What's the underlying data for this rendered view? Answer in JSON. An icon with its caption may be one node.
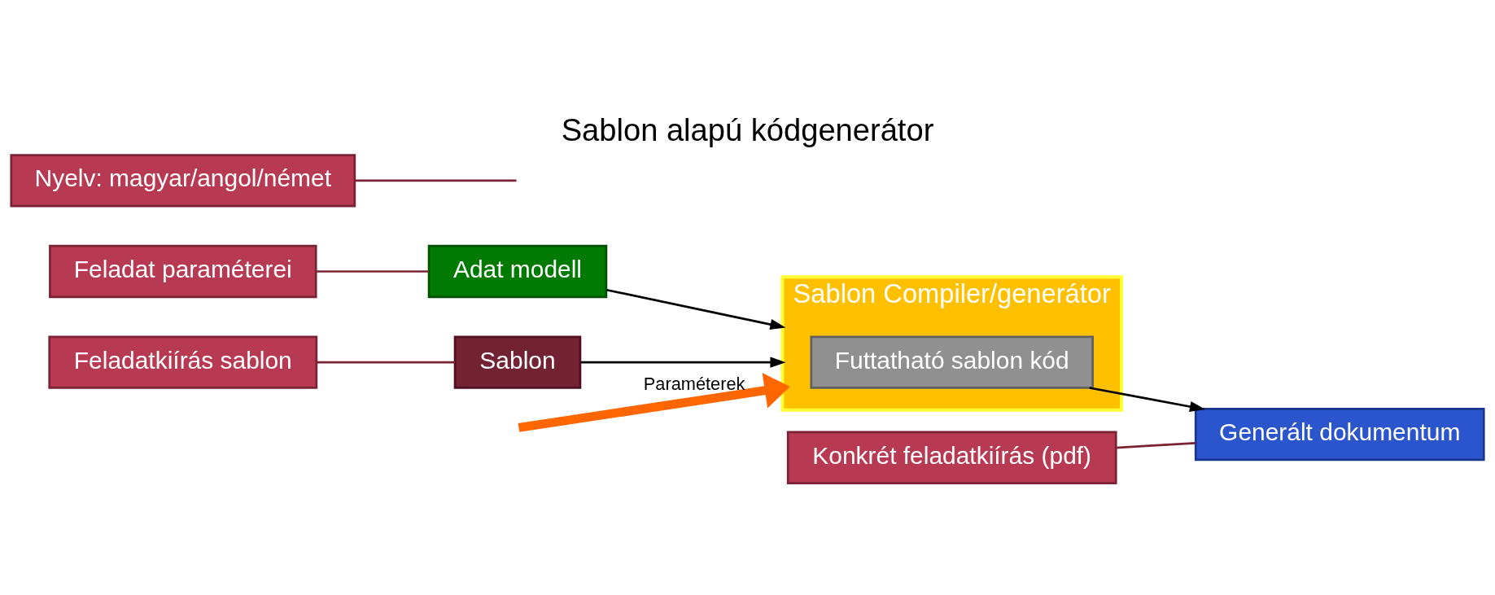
{
  "diagram": {
    "title": "Sablon alapú kódgenerátor",
    "nodes": [
      {
        "text": [
          "Feladat paraméterei"
        ]
      },
      {
        "text": [
          "Nyelv: magyar/angol/német"
        ]
      },
      {
        "text": [
          "Adat modell"
        ]
      },
      {
        "text": [
          "Sablon Compiler/generátor"
        ]
      },
      {
        "text": [
          "Futtatható sablon kód"
        ],
        "in": 3
      },
      {
        "text": [
          "Konkrét feladatkiírás (pdf)"
        ]
      },
      {
        "text": [
          "Sablon"
        ]
      },
      {
        "text": [
          "Generált dokumentum"
        ]
      },
      {
        "text": [
          "Feladatkiírás sablon"
        ]
      }
    ],
    "edges": [
      {
        "from": 2,
        "to": 3,
        "arrow": "to",
        "color": "#000000"
      },
      {
        "from": 6,
        "to": 3,
        "arrow": "to",
        "color": "#000000"
      },
      {
        "from": 4,
        "to": 7,
        "arrow": "to",
        "color": "#000000"
      },
      {
        "from": null,
        "to": 3,
        "arrow": "to",
        "label": "Paraméterek",
        "style": "thick",
        "color": "#ff6600"
      },
      {
        "from": 0,
        "to": 2,
        "arrow": "none",
        "color": "#7b2235"
      },
      {
        "from": 1,
        "to": null,
        "arrow": "none",
        "color": "#7b2235"
      },
      {
        "from": 5,
        "to": 7,
        "arrow": "none",
        "color": "#7b2235"
      },
      {
        "from": 8,
        "to": 6,
        "arrow": "none",
        "color": "#7b2235"
      }
    ]
  }
}
